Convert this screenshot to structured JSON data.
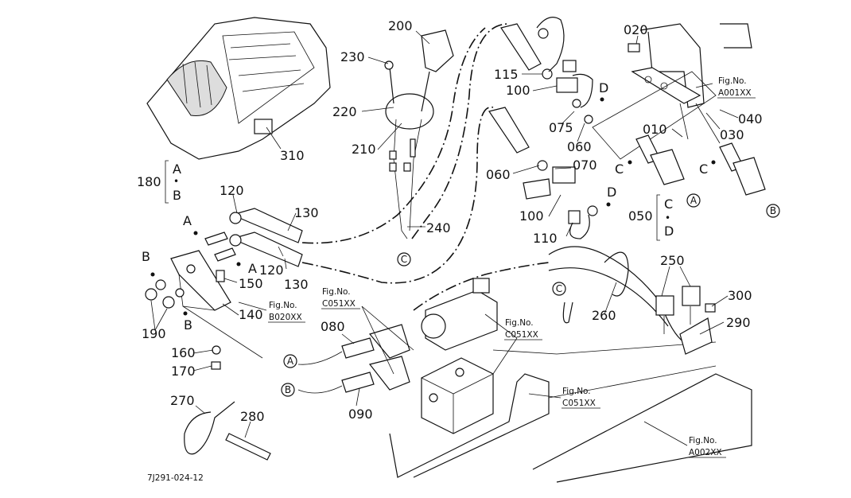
{
  "diagram_code": "7J291-024-12",
  "part_labels": {
    "p200": "200",
    "p230": "230",
    "p220": "220",
    "p210": "210",
    "p240": "240",
    "p310": "310",
    "p180": "180",
    "p120a": "120",
    "p120b": "120",
    "p130a": "130",
    "p130b": "130",
    "p150": "150",
    "p140": "140",
    "p190": "190",
    "p160": "160",
    "p170": "170",
    "p270": "270",
    "p280": "280",
    "p080": "080",
    "p090": "090",
    "p115": "115",
    "p100a": "100",
    "p100b": "100",
    "p075": "075",
    "p060a": "060",
    "p060b": "060",
    "p070": "070",
    "p110": "110",
    "p050": "050",
    "p020": "020",
    "p010": "010",
    "p030": "030",
    "p040": "040",
    "p250": "250",
    "p260": "260",
    "p300": "300",
    "p290": "290"
  },
  "letters": {
    "A": "A",
    "B": "B",
    "C": "C",
    "D": "D",
    "dot": "•"
  },
  "fig_refs": {
    "f1_title": "Fig.No.",
    "f1_no": "A001XX",
    "f2_title": "Fig.No.",
    "f2_no": "B020XX",
    "f3_title": "Fig.No.",
    "f3_no": "C051XX",
    "f4_title": "Fig.No.",
    "f4_no": "C051XX",
    "f5_title": "Fig.No.",
    "f5_no": "C051XX",
    "f6_title": "Fig.No.",
    "f6_no": "A002XX"
  }
}
